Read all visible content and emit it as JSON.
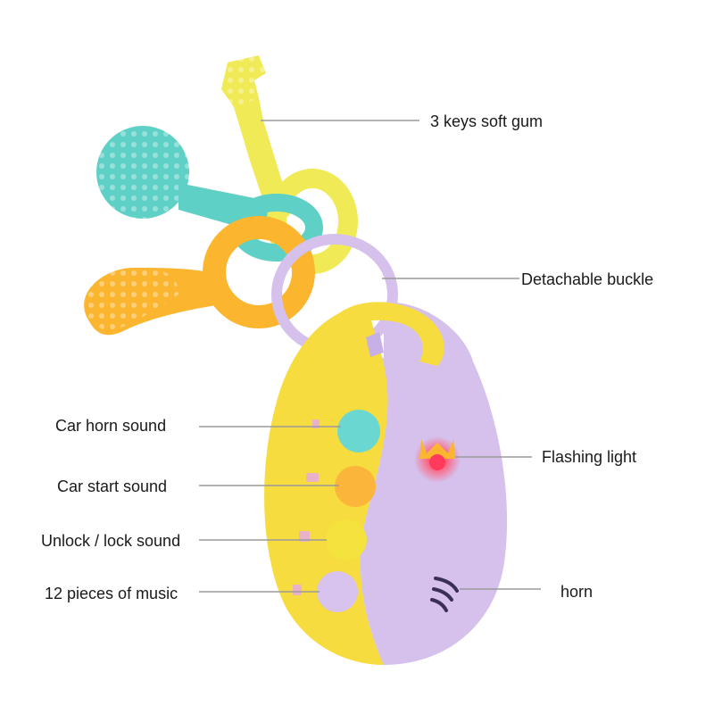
{
  "labels": {
    "keys": "3 keys soft gum",
    "buckle": "Detachable buckle",
    "horn_sound": "Car horn sound",
    "start_sound": "Car start sound",
    "lock_sound": "Unlock / lock sound",
    "music": "12 pieces of music",
    "light": "Flashing light",
    "horn": "horn"
  },
  "colors": {
    "yellow_body": "#f6dc3e",
    "purple_body": "#d5c1ec",
    "teal_key": "#5fd0c6",
    "orange_key": "#fbb52f",
    "yellow_key": "#f0ea56",
    "button_teal": "#6ad8d0",
    "button_orange": "#fbb53a",
    "button_yellow": "#f3e33c",
    "button_lilac": "#d8c3ef",
    "light_red": "#ff3a5a",
    "leader_line": "#9a9a9a"
  }
}
